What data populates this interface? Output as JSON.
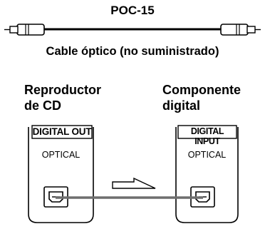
{
  "cable": {
    "model": "POC-15",
    "caption": "Cable óptico (no suministrado)"
  },
  "player": {
    "label_line1": "Reproductor",
    "label_line2": "de CD",
    "panel_title": "DIGITAL OUT",
    "jack_label": "OPTICAL"
  },
  "component": {
    "label_line1": "Componente",
    "label_line2": "digital",
    "panel_title": "DIGITAL INPUT",
    "jack_label": "OPTICAL"
  },
  "colors": {
    "line": "#000000",
    "connection": "#6e6e6e",
    "background": "#ffffff"
  }
}
